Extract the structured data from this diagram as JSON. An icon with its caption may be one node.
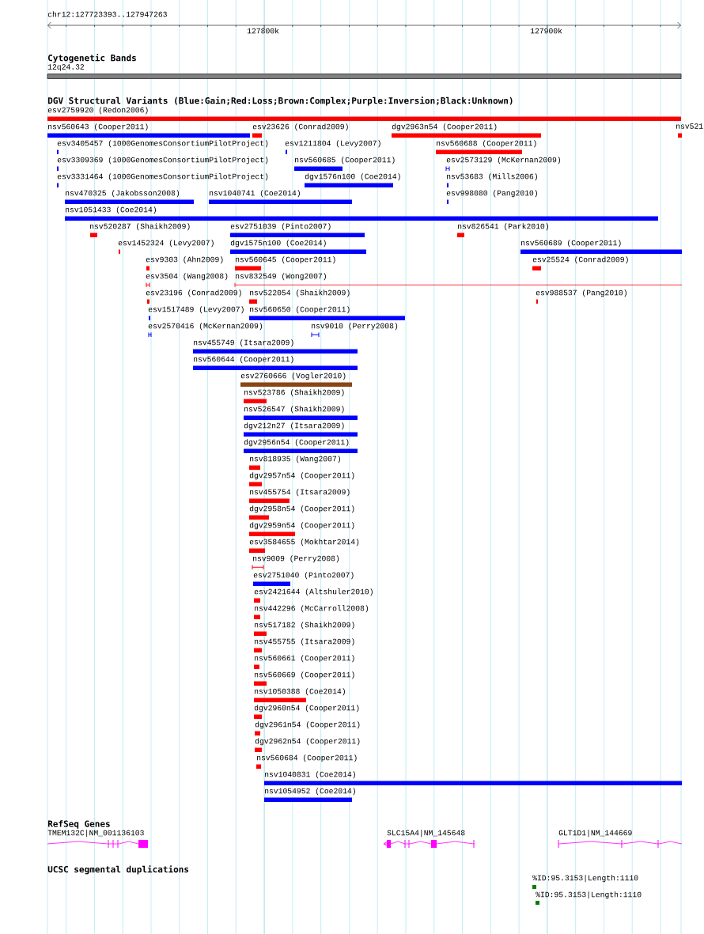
{
  "diagram": {
    "labels": [
      "chr12:127723393..127947263",
      "127800k",
      "127900k",
      "Cytogenetic Bands",
      "12q24.32",
      "DGV Structural Variants (Blue:Gain;Red:Loss;Brown:Complex;Purple:Inversion;Black:Unknown)",
      "esv2759920 (Redon2006)",
      "nsv560643 (Cooper2011)",
      "esv23626 (Conrad2009)",
      "dgv2963n54 (Cooper2011)",
      "nsv521",
      "esv3405457 (1000GenomesConsortiumPilotProject)",
      "esv1211804 (Levy2007)",
      "nsv560688 (Cooper2011)",
      "esv3309369 (1000GenomesConsortiumPilotProject)",
      "nsv560685 (Cooper2011)",
      "esv2573129 (McKernan2009)",
      "esv3331464 (1000GenomesConsortiumPilotProject)",
      "dgv1576n100 (Coe2014)",
      "nsv53683 (Mills2006)",
      "nsv470325 (Jakobsson2008)",
      "nsv1040741 (Coe2014)",
      "esv998080 (Pang2010)",
      "nsv1051433 (Coe2014)",
      "nsv520287 (Shaikh2009)",
      "esv2751039 (Pinto2007)",
      "nsv826541 (Park2010)",
      "esv1452324 (Levy2007)",
      "dgv1575n100 (Coe2014)",
      "nsv560689 (Cooper2011)",
      "esv9303 (Ahn2009)",
      "nsv560645 (Cooper2011)",
      "esv25524 (Conrad2009)",
      "esv3504 (Wang2008)",
      "nsv832549 (Wong2007)",
      "esv23196 (Conrad2009)",
      "nsv522054 (Shaikh2009)",
      "esv988537 (Pang2010)",
      "esv1517489 (Levy2007)",
      "nsv560650 (Cooper2011)",
      "esv2570416 (McKernan2009)",
      "nsv9010 (Perry2008)",
      "nsv455749 (Itsara2009)",
      "nsv560644 (Cooper2011)",
      "esv2760666 (Vogler2010)",
      "nsv523786 (Shaikh2009)",
      "nsv526547 (Shaikh2009)",
      "dgv212n27 (Itsara2009)",
      "dgv2956n54 (Cooper2011)",
      "nsv818935 (Wang2007)",
      "dgv2957n54 (Cooper2011)",
      "nsv455754 (Itsara2009)",
      "dgv2958n54 (Cooper2011)",
      "dgv2959n54 (Cooper2011)",
      "esv3584655 (Mokhtar2014)",
      "nsv9009 (Perry2008)",
      "esv2751040 (Pinto2007)",
      "esv2421644 (Altshuler2010)",
      "nsv442296 (McCarroll2008)",
      "nsv517182 (Shaikh2009)",
      "nsv455755 (Itsara2009)",
      "nsv560661 (Cooper2011)",
      "nsv560669 (Cooper2011)",
      "nsv1050388 (Coe2014)",
      "dgv2960n54 (Cooper2011)",
      "dgv2961n54 (Cooper2011)",
      "dgv2962n54 (Cooper2011)",
      "nsv560684 (Cooper2011)",
      "nsv1040831 (Coe2014)",
      "nsv1054952 (Coe2014)",
      "RefSeq Genes",
      "TMEM132C|NM_001136103",
      "SLC15A4|NM_145648",
      "GLT1D1|NM_144669",
      "UCSC segmental duplications",
      "%ID:95.3153|Length:1110",
      "%ID:95.3153|Length:1110"
    ]
  }
}
